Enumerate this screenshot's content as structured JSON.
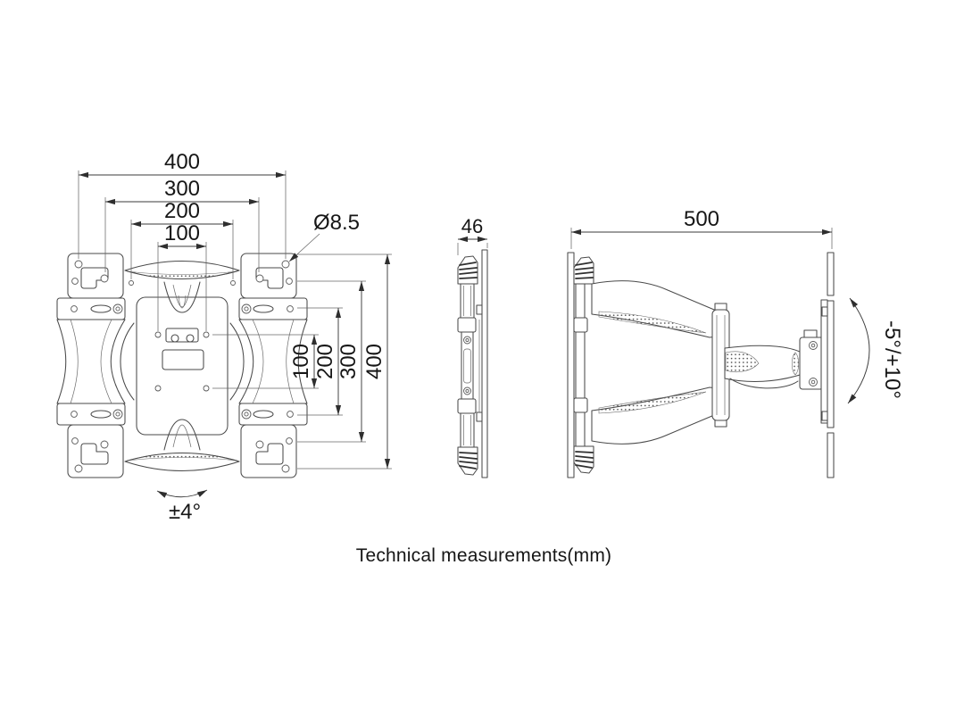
{
  "caption": "Technical measurements(mm)",
  "front_view": {
    "width_dims": {
      "w400": "400",
      "w300": "300",
      "w200": "200",
      "w100": "100"
    },
    "height_dims": {
      "h100": "100",
      "h200": "200",
      "h300": "300",
      "h400": "400"
    },
    "hole_diameter": "Ø8.5",
    "swivel_angle": "±4°"
  },
  "side_view": {
    "depth": "46"
  },
  "extended_view": {
    "extension": "500",
    "tilt_range": "-5°/+10°"
  },
  "colors": {
    "background": "#ffffff",
    "line": "#4a4a4a",
    "dimension_line": "#3b3b3b",
    "text": "#161616"
  }
}
